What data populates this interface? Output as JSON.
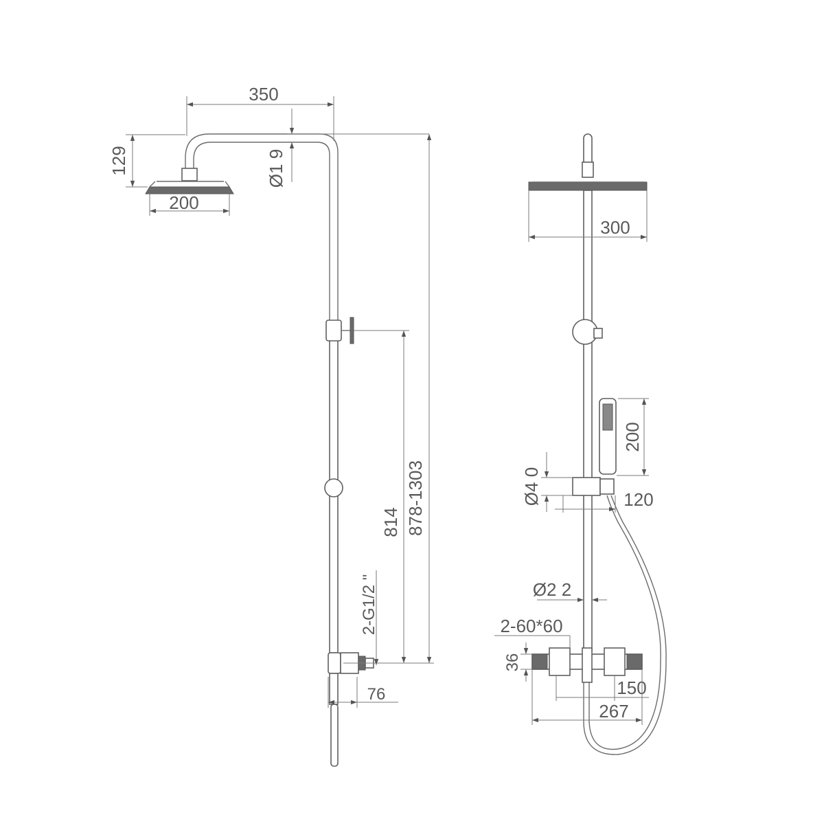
{
  "side_view": {
    "dim_arm_length": "350",
    "dim_head_drop": "129",
    "dim_pipe_diameter": "Ø1 9",
    "dim_head_diameter": "200",
    "dim_total_height": "878-1303",
    "dim_holder_height": "814",
    "dim_inlet_thread": "2-G1/2 \"",
    "dim_inlet_depth": "76"
  },
  "front_view": {
    "dim_head_width": "300",
    "dim_handshower_length": "200",
    "dim_slider_diameter": "Ø4 0",
    "dim_slider_width": "120",
    "dim_bar_diameter": "Ø2 2",
    "dim_mixer_inlets": "2-60*60",
    "dim_mixer_height": "36",
    "dim_mixer_centers": "150",
    "dim_mixer_width": "267"
  },
  "colors": {
    "line": "#6b6b6b",
    "text": "#5a5a5a"
  }
}
